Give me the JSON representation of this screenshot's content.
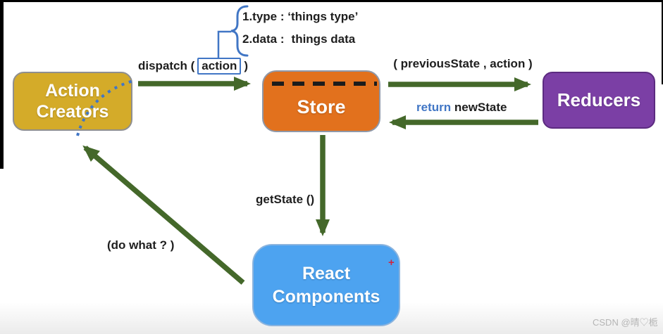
{
  "note": {
    "line1": "1.type : ‘things type’",
    "line2_label": "2.data :",
    "line2_value": "things data"
  },
  "nodes": {
    "action_creators": "Action\nCreators",
    "store": "Store",
    "reducers": "Reducers",
    "react_components": "React\nComponents"
  },
  "edges": {
    "dispatch_prefix": "dispatch (",
    "dispatch_action": "action",
    "dispatch_suffix": ")",
    "to_reducers": "( previousState , action )",
    "return_keyword": "return",
    "return_value": "newState",
    "get_state": "getState ()",
    "do_what": "(do what ? )"
  },
  "cursor_plus": "+",
  "watermark": "CSDN @晴♡栀",
  "colors": {
    "action_creators_fill": "#d4ab29",
    "store_fill": "#e2711d",
    "reducers_fill": "#7b3fa5",
    "react_components_fill": "#4da3f0",
    "arrow_green": "#44682a",
    "annotation_blue": "#4176c5",
    "cursor_red": "#cf2540"
  }
}
